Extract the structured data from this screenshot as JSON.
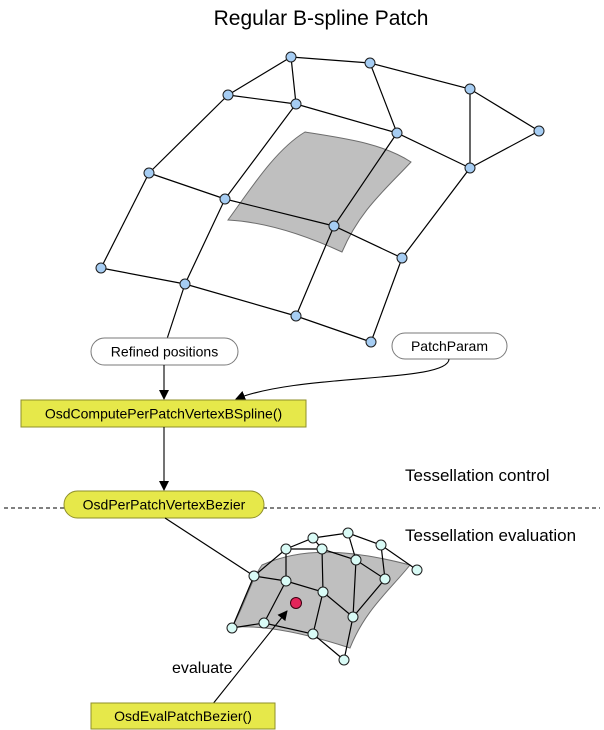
{
  "title": "Regular B-spline Patch",
  "nodes": {
    "refined_positions": "Refined positions",
    "patch_param": "PatchParam",
    "compute_vertex": "OsdComputePerPatchVertexBSpline()",
    "per_patch_vertex": "OsdPerPatchVertexBezier",
    "eval_patch": "OsdEvalPatchBezier()"
  },
  "regions": {
    "control": "Tessellation control",
    "evaluation": "Tessellation evaluation"
  },
  "annotation": "evaluate",
  "colors": {
    "node_fill": "#e6e84a",
    "control_point_top": "#a6cdf3",
    "control_point_bottom": "#d9fbf6",
    "patch_fill": "#bfbfbf",
    "eval_point": "#e4245a"
  }
}
